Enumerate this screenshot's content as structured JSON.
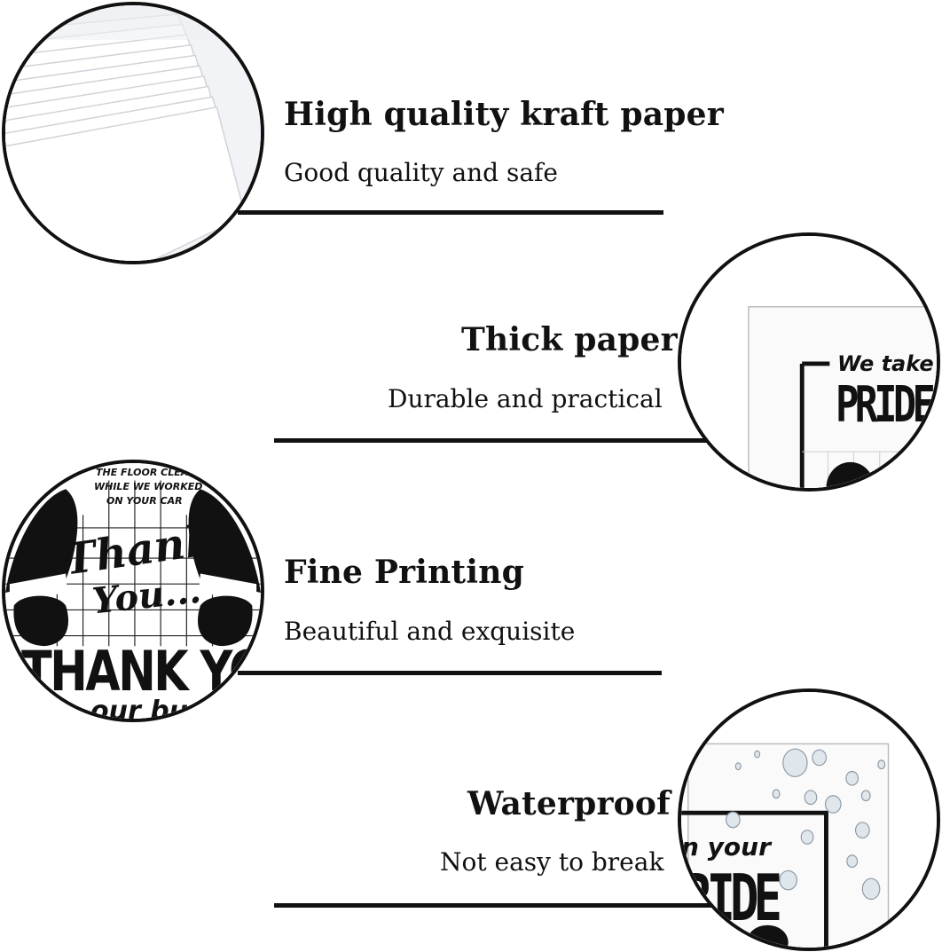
{
  "features": [
    {
      "title": "High quality kraft paper",
      "subtitle": "Good quality and safe",
      "image": "paper-stack-icon"
    },
    {
      "title": "Thick paper",
      "subtitle": "Durable and practical",
      "image": "pride-sign-icon"
    },
    {
      "title": "Fine Printing",
      "subtitle": "Beautiful and exquisite",
      "image": "thank-you-print-icon"
    },
    {
      "title": "Waterproof",
      "subtitle": "Not easy to break",
      "image": "water-droplets-icon"
    }
  ],
  "print_sample": {
    "floor_text": [
      "THE FLOOR CLEAN",
      "WHILE WE WORKED",
      "ON YOUR CAR"
    ],
    "thank": "Thank",
    "you": "You...",
    "big": "THANK YOU",
    "small": "our busi"
  },
  "pride_sample": {
    "line1": "We take",
    "line2": "PRIDE"
  },
  "water_sample": {
    "line1": "n your",
    "line2": "RIDE"
  }
}
